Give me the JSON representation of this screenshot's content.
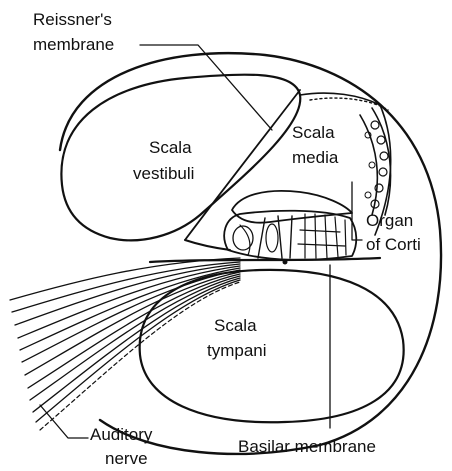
{
  "diagram": {
    "labels": {
      "reissners_line1": "Reissner's",
      "reissners_line2": "membrane",
      "scala_vestibuli_line1": "Scala",
      "scala_vestibuli_line2": "vestibuli",
      "scala_media_line1": "Scala",
      "scala_media_line2": "media",
      "organ_of_corti_line1": "Organ",
      "organ_of_corti_line2": "of Corti",
      "scala_tympani_line1": "Scala",
      "scala_tympani_line2": "tympani",
      "auditory_nerve_line1": "Auditory",
      "auditory_nerve_line2": "nerve",
      "basilar_membrane": "Basilar membrane"
    },
    "colors": {
      "ink": "#111111",
      "background": "#ffffff",
      "tissue_shade": "#d9d9d9"
    }
  }
}
